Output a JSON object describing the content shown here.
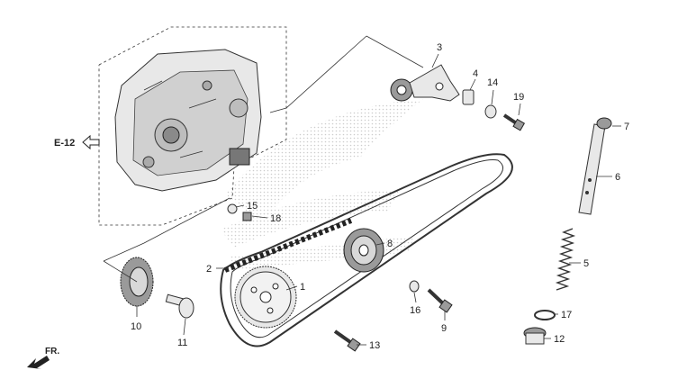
{
  "diagram": {
    "callouts": [
      {
        "id": "1",
        "text": "1"
      },
      {
        "id": "2",
        "text": "2"
      },
      {
        "id": "3",
        "text": "3"
      },
      {
        "id": "4",
        "text": "4"
      },
      {
        "id": "5",
        "text": "5"
      },
      {
        "id": "6",
        "text": "6"
      },
      {
        "id": "7",
        "text": "7"
      },
      {
        "id": "8",
        "text": "8"
      },
      {
        "id": "9",
        "text": "9"
      },
      {
        "id": "10",
        "text": "10"
      },
      {
        "id": "11",
        "text": "11"
      },
      {
        "id": "12",
        "text": "12"
      },
      {
        "id": "13",
        "text": "13"
      },
      {
        "id": "14",
        "text": "14"
      },
      {
        "id": "15",
        "text": "15"
      },
      {
        "id": "16",
        "text": "16"
      },
      {
        "id": "17",
        "text": "17"
      },
      {
        "id": "18",
        "text": "18"
      },
      {
        "id": "19",
        "text": "19"
      }
    ],
    "reference": "E-12",
    "front_marker": "FR.",
    "colors": {
      "line": "#333333",
      "part_fill": "#e8e8e8",
      "dark_fill": "#9a9a9a",
      "watermark": "#c8c8c8"
    }
  }
}
